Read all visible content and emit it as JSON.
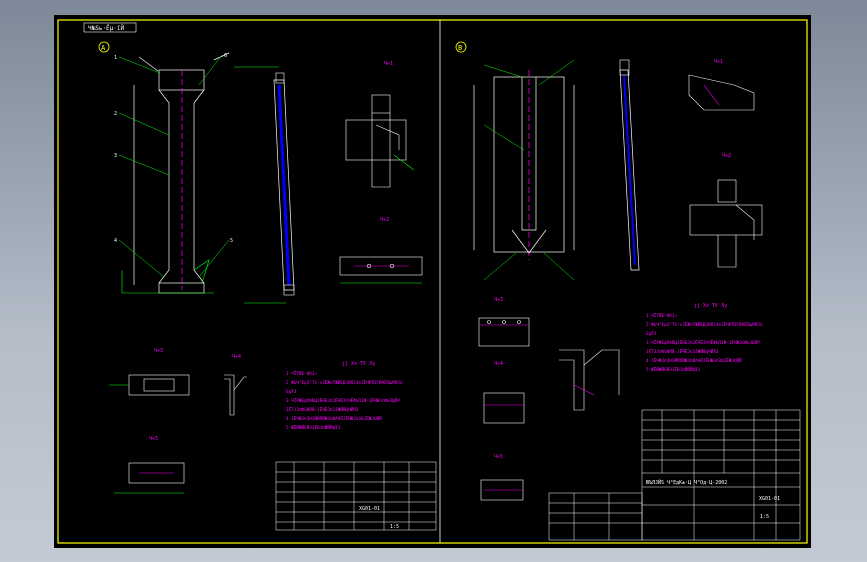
{
  "sheet": {
    "tag": "Ч№Ѕь·Ёµ·їЙ",
    "notes_title": "јј Хх ТЄ Зу",
    "notes_lines": [
      "1 ЧЇТЙЕ·НбЈ»",
      "2 ФЪЧ°ЕдЗ°ТЄ·ѕЈЁЖпТЖЙЕДЈИЛЈЈ©ЈЁЧРЛЗГЮЧЁЛщМЯЈ©",
      "ЕдЎЈ",
      "3 ЧЇРЖЕдЛ®ВЦЈЁНЕЈ©ЈЁЧЁЈ©ЧЁФЪПЈЖ·ЈЁЧЖЈ©ФЪЗЦЛР",
      "ЈЁТЈЈ©ФЪИЛВ·ЈЁЧЁЈ©ЗЈЖЙВЦЧЙЛЗ",
      "4 ЈЁЧЖЈ©ЗНЗЙИЛЙЖЈ©ИАЧЁЈЁНЖЈ©ЗЦЈЁЖЈ©ЙЙ",
      "5 ЖЁЙЖЙЕЙЗЈЁВЈ©ЙЙЙЦЎЈ"
    ],
    "drawing_no": "XG01-01",
    "table_title": "ЮЪЛЈЙЅ Ч°ЕдК±·Ц Ч°Од·Ц-2002",
    "panel_a_label": "A",
    "panel_b_label": "B",
    "scale_label": "1:5"
  },
  "colors": {
    "background": "#000000",
    "frame": "#ffff00",
    "lines": "#00ff00",
    "text": "#ff00ff",
    "accent": "#0000ff",
    "dim": "#ffffff"
  }
}
